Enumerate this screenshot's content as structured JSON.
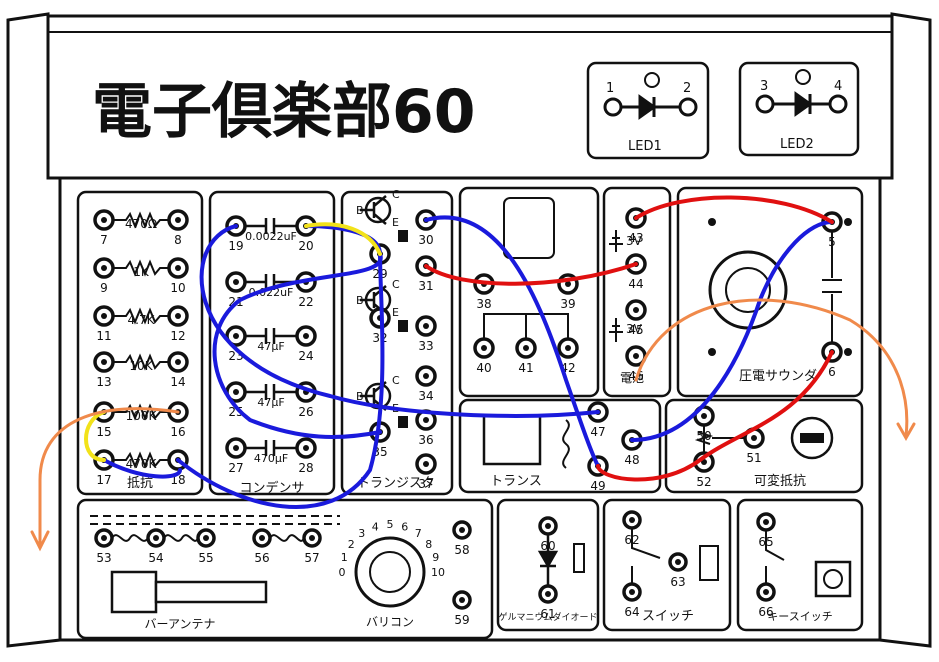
{
  "title": "電子倶楽部60",
  "leds": [
    {
      "name": "LED1",
      "left": "1",
      "right": "2"
    },
    {
      "name": "LED2",
      "left": "3",
      "right": "4"
    }
  ],
  "sections": {
    "resistors": "抵抗",
    "capacitors": "コンデンサ",
    "transistors": "トランジスタ",
    "transformer": "トランス",
    "piezo": "圧電サウンダ",
    "variable_resistor": "可変抵抗",
    "bar_antenna": "バーアンテナ",
    "varicon": "バリコン",
    "diode": "ゲルマニウムダイオード",
    "switch": "スイッチ",
    "key_switch": "キースイッチ",
    "battery": "電池"
  },
  "resistor_values": [
    "470Ω",
    "1K",
    "4.7K",
    "10K",
    "100K",
    "470K"
  ],
  "capacitor_values": [
    "0.0022uF",
    "0.022uF",
    "47μF",
    "47μF",
    "470μF"
  ],
  "battery_values": [
    "3V",
    "3V"
  ],
  "transistor_pins": {
    "b": "B",
    "c": "C",
    "e": "E"
  },
  "varicon_scale": [
    "0",
    "1",
    "2",
    "3",
    "4",
    "5",
    "6",
    "7",
    "8",
    "9",
    "10"
  ],
  "wire_colors": {
    "blue": "#1a1adc",
    "red": "#e01010",
    "yellow": "#f2e21a",
    "orange": "#f08a4b"
  }
}
